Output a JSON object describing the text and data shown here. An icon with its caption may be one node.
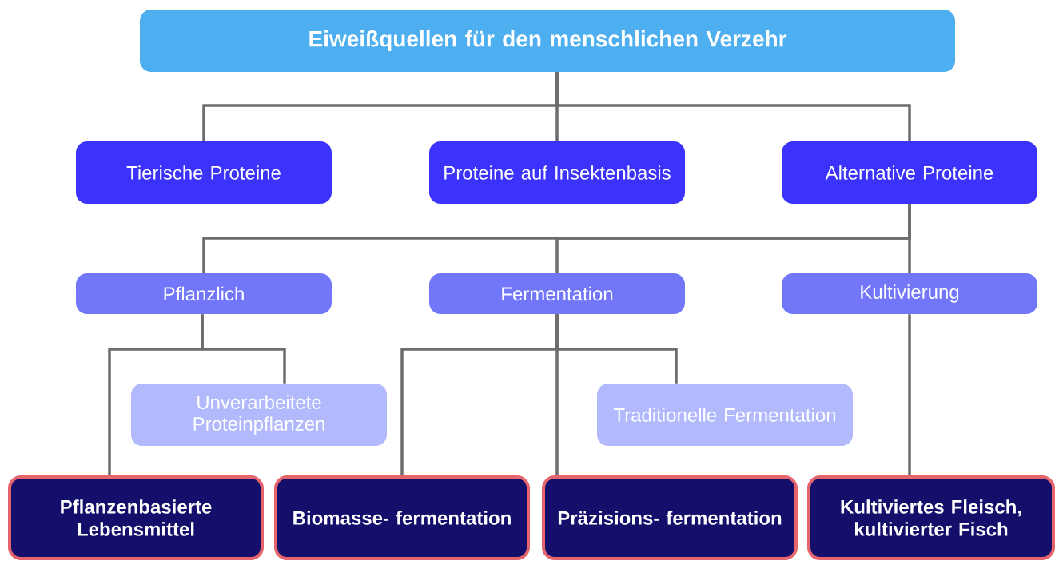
{
  "diagram": {
    "nodes": [
      {
        "text": [
          "Eiweißquellen für den menschlichen Verzehr"
        ]
      },
      {
        "text": [
          "Tierische Proteine"
        ]
      },
      {
        "text": [
          "Proteine auf Insektenbasis"
        ]
      },
      {
        "text": [
          "Alternative Proteine"
        ]
      },
      {
        "text": [
          "Pflanzlich"
        ]
      },
      {
        "text": [
          "Fermentation"
        ]
      },
      {
        "text": [
          "Kultivierung"
        ]
      },
      {
        "text": [
          "Unverarbeitete Proteinpflanzen"
        ]
      },
      {
        "text": [
          "Traditionelle Fermentation"
        ]
      },
      {
        "text": [
          "Pflanzenbasierte Lebensmittel"
        ]
      },
      {
        "text": [
          "Biomasse- fermentation"
        ]
      },
      {
        "text": [
          "Präzisions- fermentation"
        ]
      },
      {
        "text": [
          "Kultiviertes Fleisch, kultivierter Fisch"
        ]
      }
    ],
    "edges": [
      {
        "from": 0,
        "to": 1,
        "arrow": "none"
      },
      {
        "from": 0,
        "to": 2,
        "arrow": "none"
      },
      {
        "from": 0,
        "to": 3,
        "arrow": "none"
      },
      {
        "from": 3,
        "to": 4,
        "arrow": "none"
      },
      {
        "from": 3,
        "to": 5,
        "arrow": "none"
      },
      {
        "from": 3,
        "to": 6,
        "arrow": "none"
      },
      {
        "from": 4,
        "to": 9,
        "arrow": "none"
      },
      {
        "from": 4,
        "to": 7,
        "arrow": "none"
      },
      {
        "from": 5,
        "to": 10,
        "arrow": "none"
      },
      {
        "from": 5,
        "to": 11,
        "arrow": "none"
      },
      {
        "from": 5,
        "to": 8,
        "arrow": "none"
      },
      {
        "from": 6,
        "to": 12,
        "arrow": "none"
      }
    ]
  }
}
